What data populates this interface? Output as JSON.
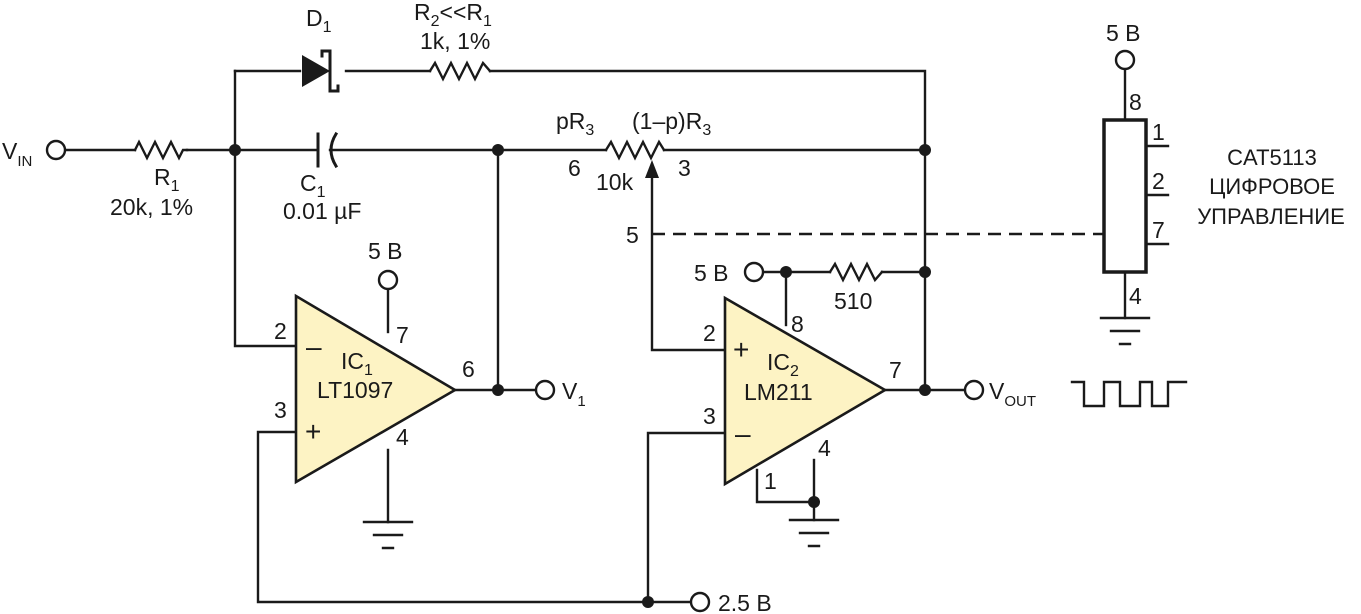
{
  "inputs": {
    "vin": "V",
    "vin_sub": "IN",
    "v1": "V",
    "v1_sub": "1",
    "vout": "V",
    "vout_sub": "OUT",
    "ref_2_5": "2.5 В"
  },
  "supplies": {
    "ic1_5v": "5 В",
    "ic2_5v": "5 В",
    "chip_5v": "5 В"
  },
  "components": {
    "d1": "D",
    "d1_sub": "1",
    "r2_a": "R",
    "r2_a_sub": "2",
    "r2_b": "<<R",
    "r2_b_sub": "1",
    "r2_value": "1k, 1%",
    "r1": "R",
    "r1_sub": "1",
    "r1_value": "20k, 1%",
    "c1": "C",
    "c1_sub": "1",
    "c1_value": "0.01 µF",
    "pr3": "pR",
    "pr3_sub": "3",
    "r3p_a": "(1–p)R",
    "r3p_sub": "3",
    "r3_value": "10k",
    "pot_pin6": "6",
    "pot_pin3": "3",
    "pot_pin5": "5",
    "r510": "510"
  },
  "ic1": {
    "name": "IC",
    "name_sub": "1",
    "part": "LT1097",
    "pin2": "2",
    "pin3": "3",
    "pin4": "4",
    "pin6": "6",
    "pin7": "7",
    "minus": "–",
    "plus": "+"
  },
  "ic2": {
    "name": "IC",
    "name_sub": "2",
    "part": "LM211",
    "pin1": "1",
    "pin2": "2",
    "pin3": "3",
    "pin4": "4",
    "pin7": "7",
    "pin8": "8",
    "minus": "–",
    "plus": "+"
  },
  "chip": {
    "pin1": "1",
    "pin2": "2",
    "pin4": "4",
    "pin7": "7",
    "pin8": "8",
    "part": "CAT5113",
    "line2": "ЦИФРОВОЕ",
    "line3": "УПРАВЛЕНИЕ"
  }
}
